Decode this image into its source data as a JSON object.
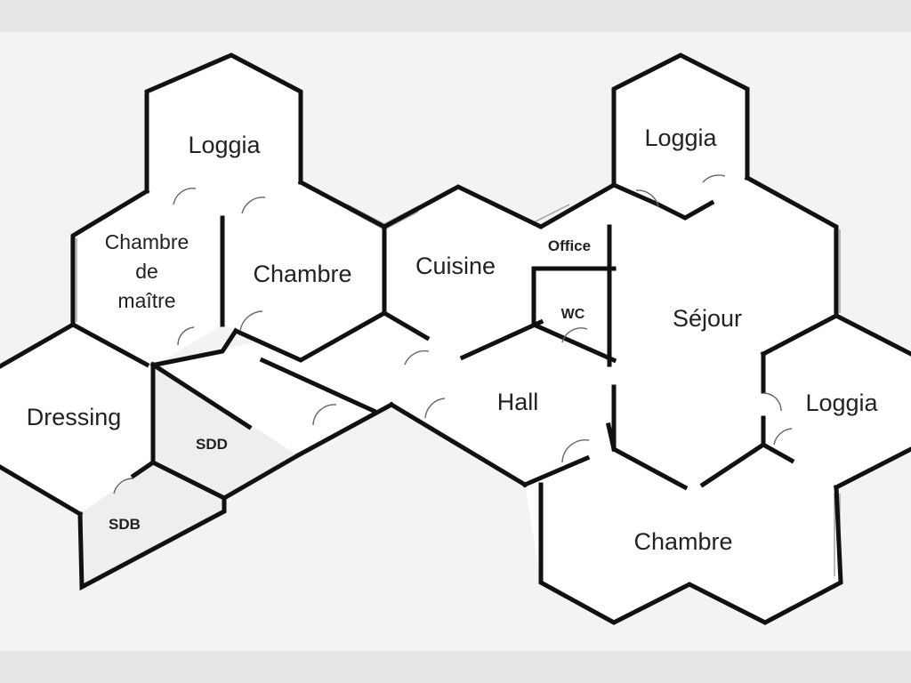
{
  "plan": {
    "rooms": [
      {
        "id": "loggia-nw",
        "label": "Loggia"
      },
      {
        "id": "chambre-maitre",
        "label_lines": [
          "Chambre",
          "de",
          "maître"
        ]
      },
      {
        "id": "chambre-nw",
        "label": "Chambre"
      },
      {
        "id": "cuisine",
        "label": "Cuisine"
      },
      {
        "id": "office",
        "label": "Office"
      },
      {
        "id": "wc",
        "label": "WC"
      },
      {
        "id": "loggia-ne",
        "label": "Loggia"
      },
      {
        "id": "sejour",
        "label": "Séjour"
      },
      {
        "id": "loggia-e",
        "label": "Loggia"
      },
      {
        "id": "hall",
        "label": "Hall"
      },
      {
        "id": "dressing",
        "label": "Dressing"
      },
      {
        "id": "sdd",
        "label": "SDD"
      },
      {
        "id": "sdb",
        "label": "SDB"
      },
      {
        "id": "chambre-se",
        "label": "Chambre"
      }
    ],
    "colors": {
      "background": "#e6e6e6",
      "floor": "#ffffff",
      "wall": "#111111",
      "text": "#222222"
    }
  }
}
